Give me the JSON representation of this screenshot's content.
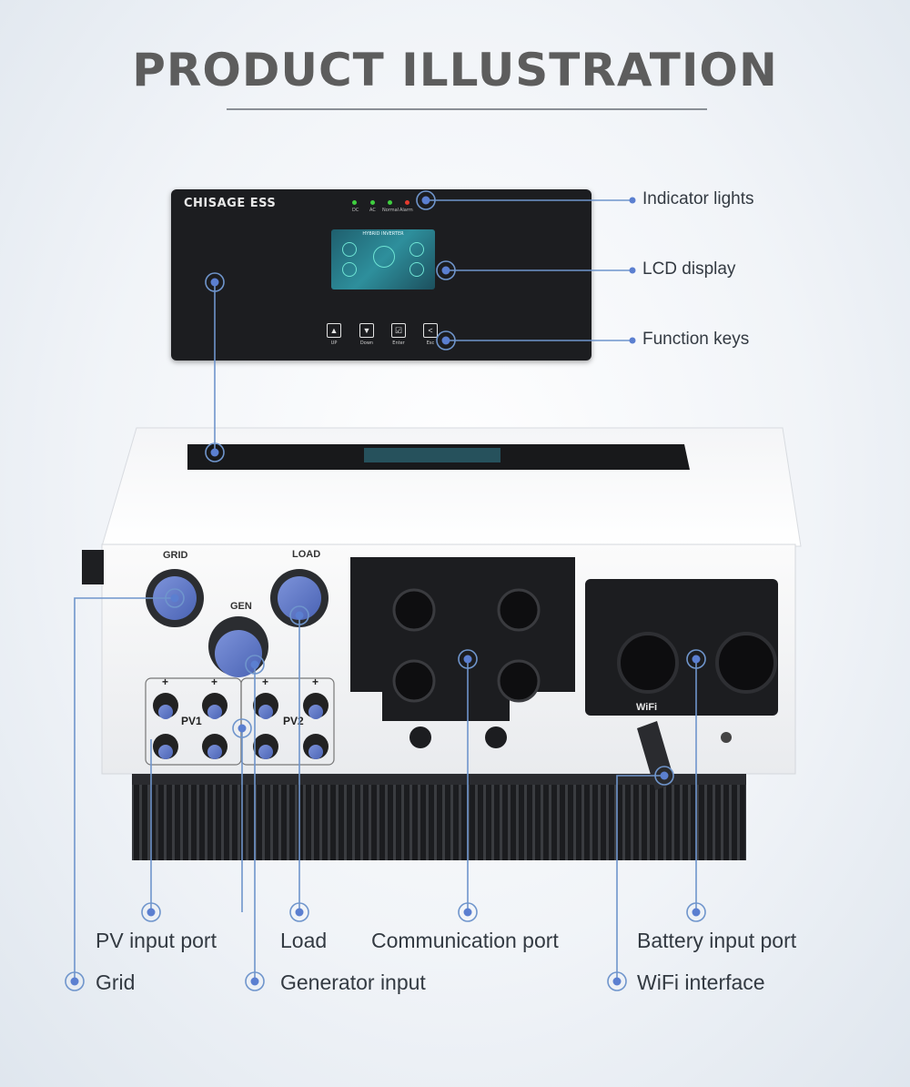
{
  "heading": "PRODUCT ILLUSTRATION",
  "panel": {
    "brand": "CHISAGE ESS",
    "leds": [
      {
        "label": "DC",
        "color": "#3fcf3f"
      },
      {
        "label": "AC",
        "color": "#3fcf3f"
      },
      {
        "label": "Normal",
        "color": "#3fcf3f"
      },
      {
        "label": "Alarm",
        "color": "#e53b2e"
      }
    ],
    "lcd_title": "HYBRID INVERTER",
    "keys": [
      {
        "label": "UP",
        "glyph": "▲"
      },
      {
        "label": "Down",
        "glyph": "▼"
      },
      {
        "label": "Enter",
        "glyph": "☑"
      },
      {
        "label": "Esc",
        "glyph": "<"
      }
    ]
  },
  "ports": {
    "grid": "GRID",
    "load": "LOAD",
    "gen": "GEN",
    "pv1": "PV1",
    "pv2": "PV2",
    "wifi": "WiFi",
    "plus": "+"
  },
  "callouts": {
    "indicator_lights": "Indicator lights",
    "lcd_display": "LCD display",
    "function_keys": "Function keys",
    "pv_input_port": "PV input port",
    "load": "Load",
    "communication_port": "Communication port",
    "battery_input_port": "Battery input port",
    "grid": "Grid",
    "generator_input": "Generator input",
    "wifi_interface": "WiFi interface"
  },
  "colors": {
    "accent_blue": "#5b7fd0",
    "callout_line": "#6f95cc",
    "port_blue": "#5a76c8"
  }
}
